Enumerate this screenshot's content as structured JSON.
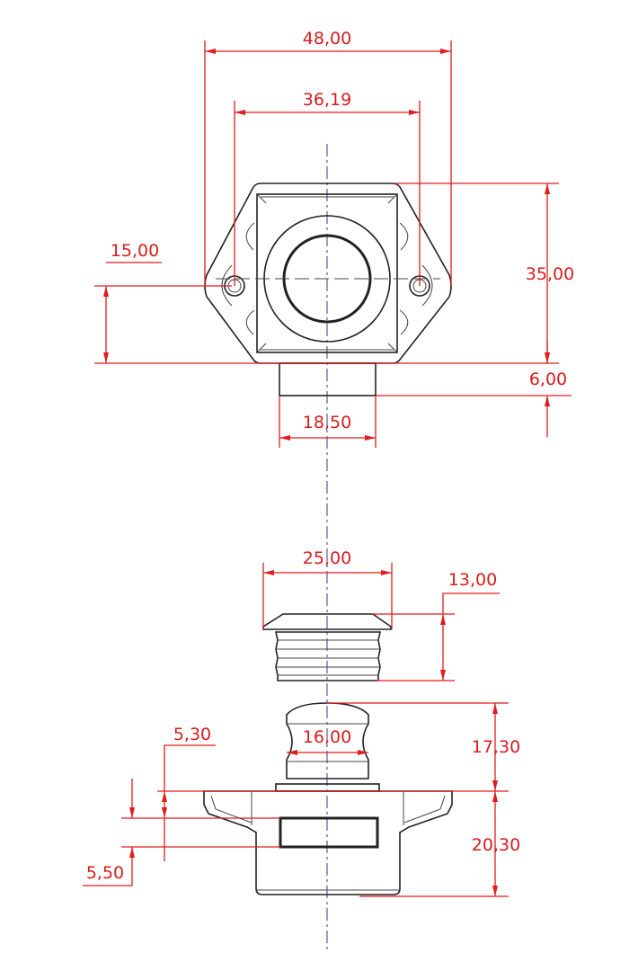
{
  "drawing": {
    "top_view": {
      "dimensions": {
        "overall_width": "48,00",
        "hole_spacing": "36,19",
        "hole_height": "15,00",
        "overall_height": "35,00",
        "stem_depth": "6,00",
        "stem_width": "18,50"
      }
    },
    "side_view": {
      "dimensions": {
        "cap_diameter": "25,00",
        "cap_height": "13,00",
        "button_diameter": "16,00",
        "button_height": "17,30",
        "housing_height": "20,30",
        "slot_offset": "5,30",
        "slot_height": "5,50"
      }
    },
    "colors": {
      "dimension": "#e21b1b",
      "outline": "#222222",
      "centerline": "#3a3a8c"
    }
  }
}
